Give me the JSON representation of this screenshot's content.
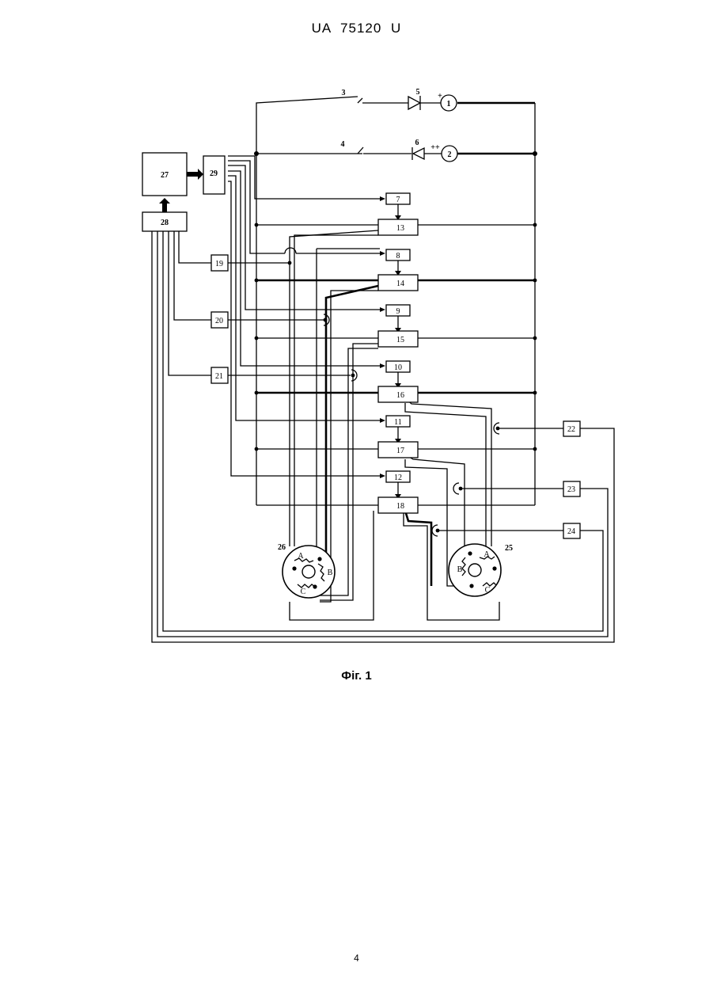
{
  "header": {
    "doc_id": "UA   75120   U"
  },
  "figure": {
    "caption": "Фіг. 1",
    "labels": {
      "b1": "1",
      "b2": "2",
      "b3": "3",
      "b4": "4",
      "b5": "5",
      "b6": "6",
      "plus": "+",
      "plusplus": "++",
      "b7": "7",
      "b8": "8",
      "b9": "9",
      "b10": "10",
      "b11": "11",
      "b12": "12",
      "b13": "13",
      "b14": "14",
      "b15": "15",
      "b16": "16",
      "b17": "17",
      "b18": "18",
      "b19": "19",
      "b20": "20",
      "b21": "21",
      "b22": "22",
      "b23": "23",
      "b24": "24",
      "b25": "25",
      "b26": "26",
      "b27": "27",
      "b28": "28",
      "b29": "29",
      "phase_a": "A",
      "phase_b": "B",
      "phase_c": "C"
    }
  },
  "page_number": "4"
}
